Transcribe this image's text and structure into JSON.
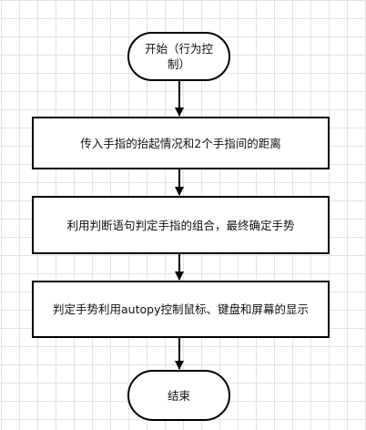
{
  "diagram": {
    "nodes": [
      {
        "id": "start",
        "text": "开始（行为控制）"
      },
      {
        "id": "step1",
        "text": "传入手指的抬起情况和2个手指间的距离"
      },
      {
        "id": "step2",
        "text": "利用判断语句判定手指的组合，最终确定手势"
      },
      {
        "id": "step3",
        "text": "判定手势利用autopy控制鼠标、键盘和屏幕的显示"
      },
      {
        "id": "end",
        "text": "结束"
      }
    ],
    "edges": [
      {
        "from": "start",
        "to": "step1"
      },
      {
        "from": "step1",
        "to": "step2"
      },
      {
        "from": "step2",
        "to": "step3"
      },
      {
        "from": "step3",
        "to": "end"
      }
    ],
    "colors": {
      "stroke": "#000000",
      "fill": "#ffffff",
      "grid": "#e3e3e3"
    }
  }
}
